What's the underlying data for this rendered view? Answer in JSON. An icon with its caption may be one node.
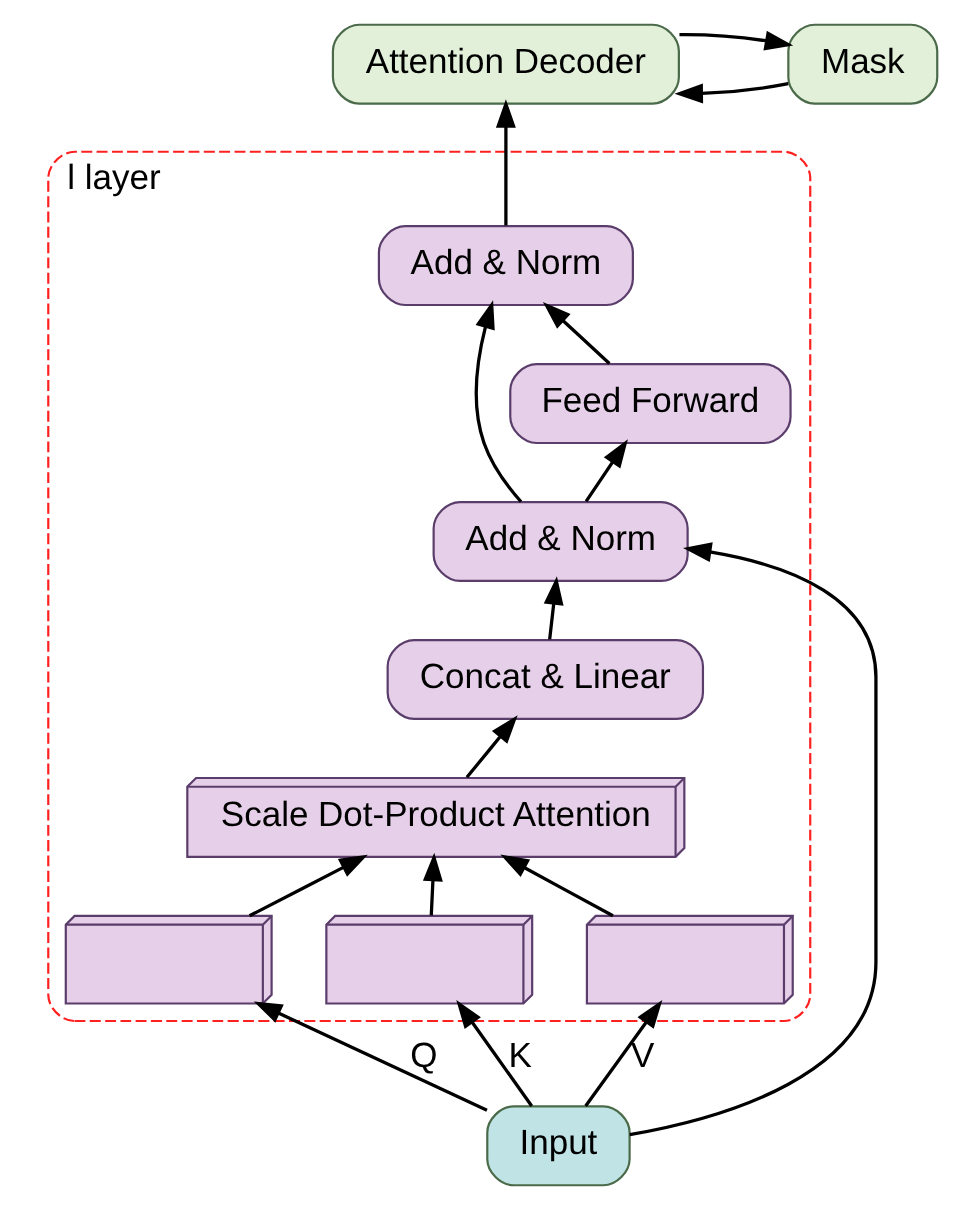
{
  "diagram": {
    "nodes": [
      {
        "text": [
          "Attention Decoder"
        ]
      },
      {
        "text": [
          "Mask"
        ]
      },
      {
        "text": [
          "l layer"
        ]
      },
      {
        "text": [
          "Add & Norm"
        ],
        "in": 2
      },
      {
        "text": [
          "Feed Forward"
        ],
        "in": 2
      },
      {
        "text": [
          "Add & Norm"
        ],
        "in": 2
      },
      {
        "text": [
          "Concat & Linear"
        ],
        "in": 2
      },
      {
        "text": [
          "Scale Dot-Product Attention"
        ],
        "in": 2
      },
      {
        "text": [],
        "shape": "box",
        "in": 2
      },
      {
        "text": [],
        "shape": "box",
        "in": 2
      },
      {
        "text": [],
        "shape": "box",
        "in": 2
      },
      {
        "text": [
          "Input"
        ]
      }
    ],
    "edges": [
      {
        "from": 11,
        "to": 8,
        "arrow": "to",
        "label": "Q"
      },
      {
        "from": 11,
        "to": 9,
        "arrow": "to",
        "label": "K"
      },
      {
        "from": 11,
        "to": 10,
        "arrow": "to",
        "label": "V"
      },
      {
        "from": 8,
        "to": 7,
        "arrow": "to"
      },
      {
        "from": 9,
        "to": 7,
        "arrow": "to"
      },
      {
        "from": 10,
        "to": 7,
        "arrow": "to"
      },
      {
        "from": 7,
        "to": 6,
        "arrow": "to"
      },
      {
        "from": 6,
        "to": 5,
        "arrow": "to"
      },
      {
        "from": 11,
        "to": 5,
        "arrow": "to"
      },
      {
        "from": 5,
        "to": 4,
        "arrow": "to"
      },
      {
        "from": 5,
        "to": 3,
        "arrow": "to"
      },
      {
        "from": 4,
        "to": 3,
        "arrow": "to"
      },
      {
        "from": 3,
        "to": 0,
        "arrow": "to"
      },
      {
        "from": 0,
        "to": 1,
        "arrow": "to"
      },
      {
        "from": 1,
        "to": 0,
        "arrow": "to"
      }
    ]
  }
}
